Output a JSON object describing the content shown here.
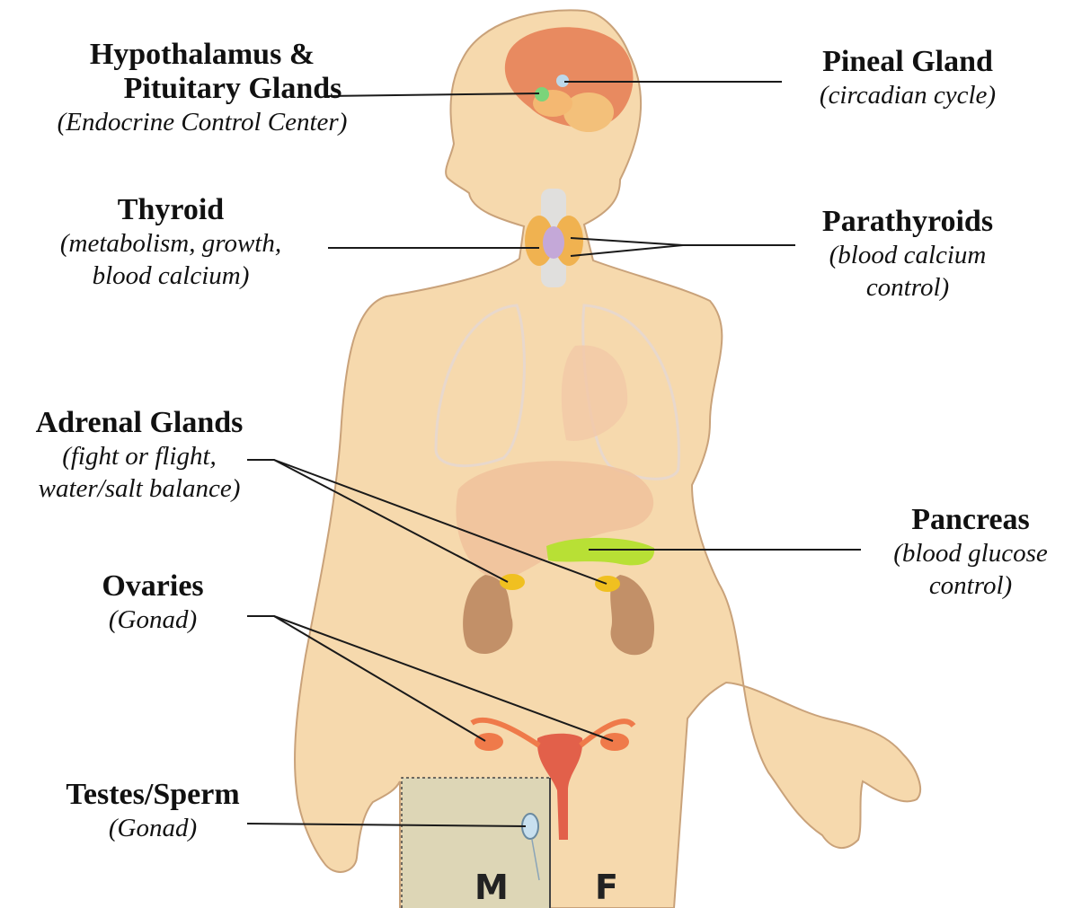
{
  "labels": {
    "hypothalamus": {
      "title_1": "Hypothalamus &",
      "title_2": "Pituitary Glands",
      "sub_1": "(Endocrine Control Center)"
    },
    "pineal": {
      "title_1": "Pineal Gland",
      "sub_1": "(circadian cycle)"
    },
    "thyroid": {
      "title_1": "Thyroid",
      "sub_1": "(metabolism, growth,",
      "sub_2": "blood calcium)"
    },
    "parathyroids": {
      "title_1": "Parathyroids",
      "sub_1": "(blood calcium",
      "sub_2": "control)"
    },
    "adrenal": {
      "title_1": "Adrenal Glands",
      "sub_1": "(fight or flight,",
      "sub_2": "water/salt balance)"
    },
    "pancreas": {
      "title_1": "Pancreas",
      "sub_1": "(blood glucose",
      "sub_2": "control)"
    },
    "ovaries": {
      "title_1": "Ovaries",
      "sub_1": "(Gonad)"
    },
    "testes": {
      "title_1": "Testes/Sperm",
      "sub_1": "(Gonad)"
    }
  },
  "sex_labels": {
    "male": "M",
    "female": "F"
  },
  "colors": {
    "skin": "#f6d9ad",
    "skin_outline": "#c9a27a",
    "brain": "#e88a60",
    "pancreas": "#b8e035",
    "adrenal": "#f0c020",
    "kidney": "#c29068",
    "ovary": "#ef7a4a",
    "uterus": "#e2604a",
    "male_panel": "#ddd6b6",
    "leader_line": "#1a1a1a"
  }
}
